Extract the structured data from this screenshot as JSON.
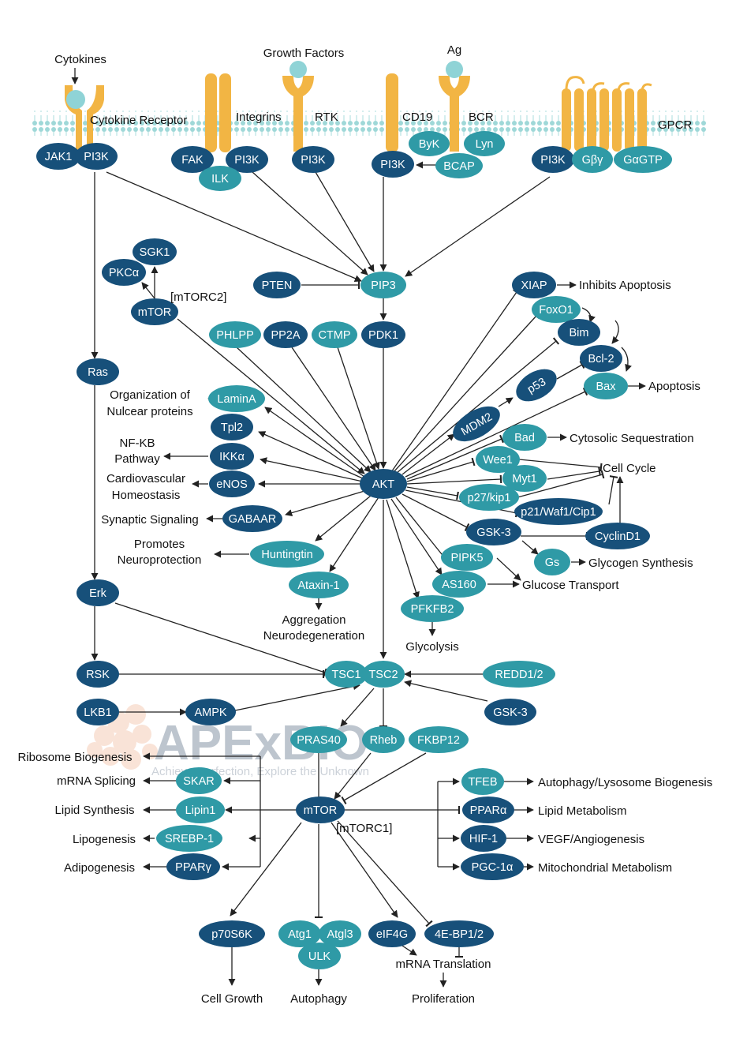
{
  "colors": {
    "dark_node": "#17507a",
    "light_node": "#2f9aa6",
    "receptor": "#f2b544",
    "membrane": "#9fd8d8",
    "ligand": "#8fd3d6",
    "line": "#222222"
  },
  "membrane_labels": {
    "cytokines": "Cytokines",
    "cytokine_receptor": "Cytokine Receptor",
    "integrins": "Integrins",
    "growth_factors": "Growth Factors",
    "rtk": "RTK",
    "ag": "Ag",
    "cd19": "CD19",
    "bcr": "BCR",
    "gpcr": "GPCR"
  },
  "nodes": {
    "jak1": "JAK1",
    "pi3k_cyto": "PI3K",
    "fak": "FAK",
    "pi3k_int": "PI3K",
    "ilk": "ILK",
    "pi3k_rtk": "PI3K",
    "byk": "ByK",
    "lyn": "Lyn",
    "pi3k_cd19": "PI3K",
    "bcap": "BCAP",
    "pi3k_gpcr": "PI3K",
    "gbg": "Gβγ",
    "gagtp": "GαGTP",
    "sgk1": "SGK1",
    "pkca": "PKCα",
    "mtor2": "mTOR",
    "pten": "PTEN",
    "pip3": "PIP3",
    "phlpp": "PHLPP",
    "pp2a": "PP2A",
    "ctmp": "CTMP",
    "pdk1": "PDK1",
    "ras": "Ras",
    "lamina": "LaminA",
    "tpl2": "Tpl2",
    "ikka": "IKKα",
    "enos": "eNOS",
    "gabaar": "GABAAR",
    "huntingtin": "Huntingtin",
    "ataxin1": "Ataxin-1",
    "akt": "AKT",
    "xiap": "XIAP",
    "foxo1": "FoxO1",
    "bim": "Bim",
    "bcl2": "Bcl-2",
    "p53": "p53",
    "bax": "Bax",
    "mdm2": "MDM2",
    "bad": "Bad",
    "wee1": "Wee1",
    "myt1": "Myt1",
    "p27": "p27/kip1",
    "p21": "p21/Waf1/Cip1",
    "gsk3a": "GSK-3",
    "cyclind1": "CyclinD1",
    "gs": "Gs",
    "pipk5": "PIPK5",
    "as160": "AS160",
    "pfkfb2": "PFKFB2",
    "erk": "Erk",
    "rsk": "RSK",
    "tsc1": "TSC1",
    "tsc2": "TSC2",
    "redd": "REDD1/2",
    "lkb1": "LKB1",
    "ampk": "AMPK",
    "gsk3b": "GSK-3",
    "pras40": "PRAS40",
    "rheb": "Rheb",
    "fkbp12": "FKBP12",
    "skar": "SKAR",
    "lipin1": "Lipin1",
    "srebp1": "SREBP-1",
    "ppary": "PPARγ",
    "mtor1": "mTOR",
    "tfeb": "TFEB",
    "ppara": "PPARα",
    "hif1": "HIF-1",
    "pgc1a": "PGC-1α",
    "p70s6k": "p70S6K",
    "atg1": "Atg1",
    "atgl3": "Atgl3",
    "ulk": "ULK",
    "eif4g": "eIF4G",
    "ebp": "4E-BP1/2"
  },
  "labels": {
    "mtorc2": "[mTORC2]",
    "mtorc1": "[mTORC1]",
    "inhibits_apoptosis": "Inhibits Apoptosis",
    "apoptosis": "Apoptosis",
    "cytosolic_sequestration": "Cytosolic Sequestration",
    "cell_cycle": "Cell Cycle",
    "glycogen_synthesis": "Glycogen Synthesis",
    "glucose_transport": "Glucose Transport",
    "glycolysis": "Glycolysis",
    "org_nuclear_1": "Organization of",
    "org_nuclear_2": "Nulcear proteins",
    "nfkb_1": "NF-KB",
    "nfkb_2": "Pathway",
    "cardio_1": "Cardiovascular",
    "cardio_2": "Homeostasis",
    "synaptic": "Synaptic Signaling",
    "neuro_1": "Promotes",
    "neuro_2": "Neuroprotection",
    "aggregation_1": "Aggregation",
    "aggregation_2": "Neurodegeneration",
    "ribosome": "Ribosome Biogenesis",
    "mrna_splicing": "mRNA Splicing",
    "lipid_synthesis": "Lipid Synthesis",
    "lipogenesis": "Lipogenesis",
    "adipogenesis": "Adipogenesis",
    "autophagy_lyso": "Autophagy/Lysosome Biogenesis",
    "lipid_metabolism": "Lipid Metabolism",
    "vegf": "VEGF/Angiogenesis",
    "mito": "Mitochondrial Metabolism",
    "mrna_translation": "mRNA Translation",
    "cell_growth": "Cell Growth",
    "autophagy": "Autophagy",
    "proliferation": "Proliferation"
  },
  "watermark": {
    "brand": "APExBIO",
    "tagline": "Achieve Perfection, Explore the Unknown"
  }
}
